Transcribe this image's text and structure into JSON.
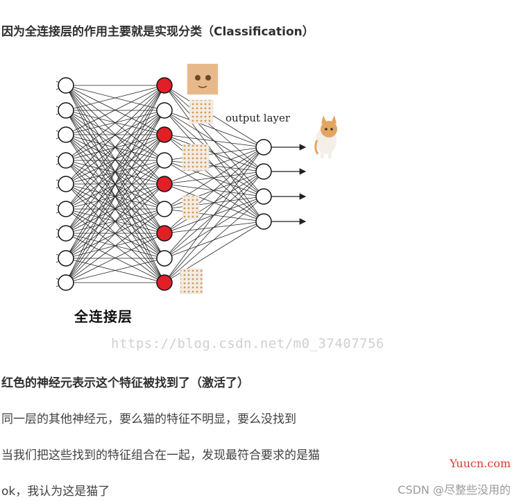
{
  "article": {
    "heading1": "因为全连接层的作用主要就是实现分类（Classification）",
    "heading2": "红色的神经元表示这个特征被找到了（激活了）",
    "para1": "同一层的其他神经元，要么猫的特征不明显，要么没找到",
    "para2": "当我们把这些找到的特征组合在一起，发现最符合要求的是猫",
    "para3": "ok，我认为这是猫了"
  },
  "diagram": {
    "output_label": "output layer",
    "layer_caption": "全连接层",
    "watermark_url": "https://blog.csdn.net/m0_37407756",
    "colors": {
      "active": "#e01f26",
      "inactive": "#ffffff",
      "line": "#222222"
    }
  },
  "watermarks": {
    "site": "Yuucn.com",
    "csdn": "CSDN @尽整些没用的"
  }
}
